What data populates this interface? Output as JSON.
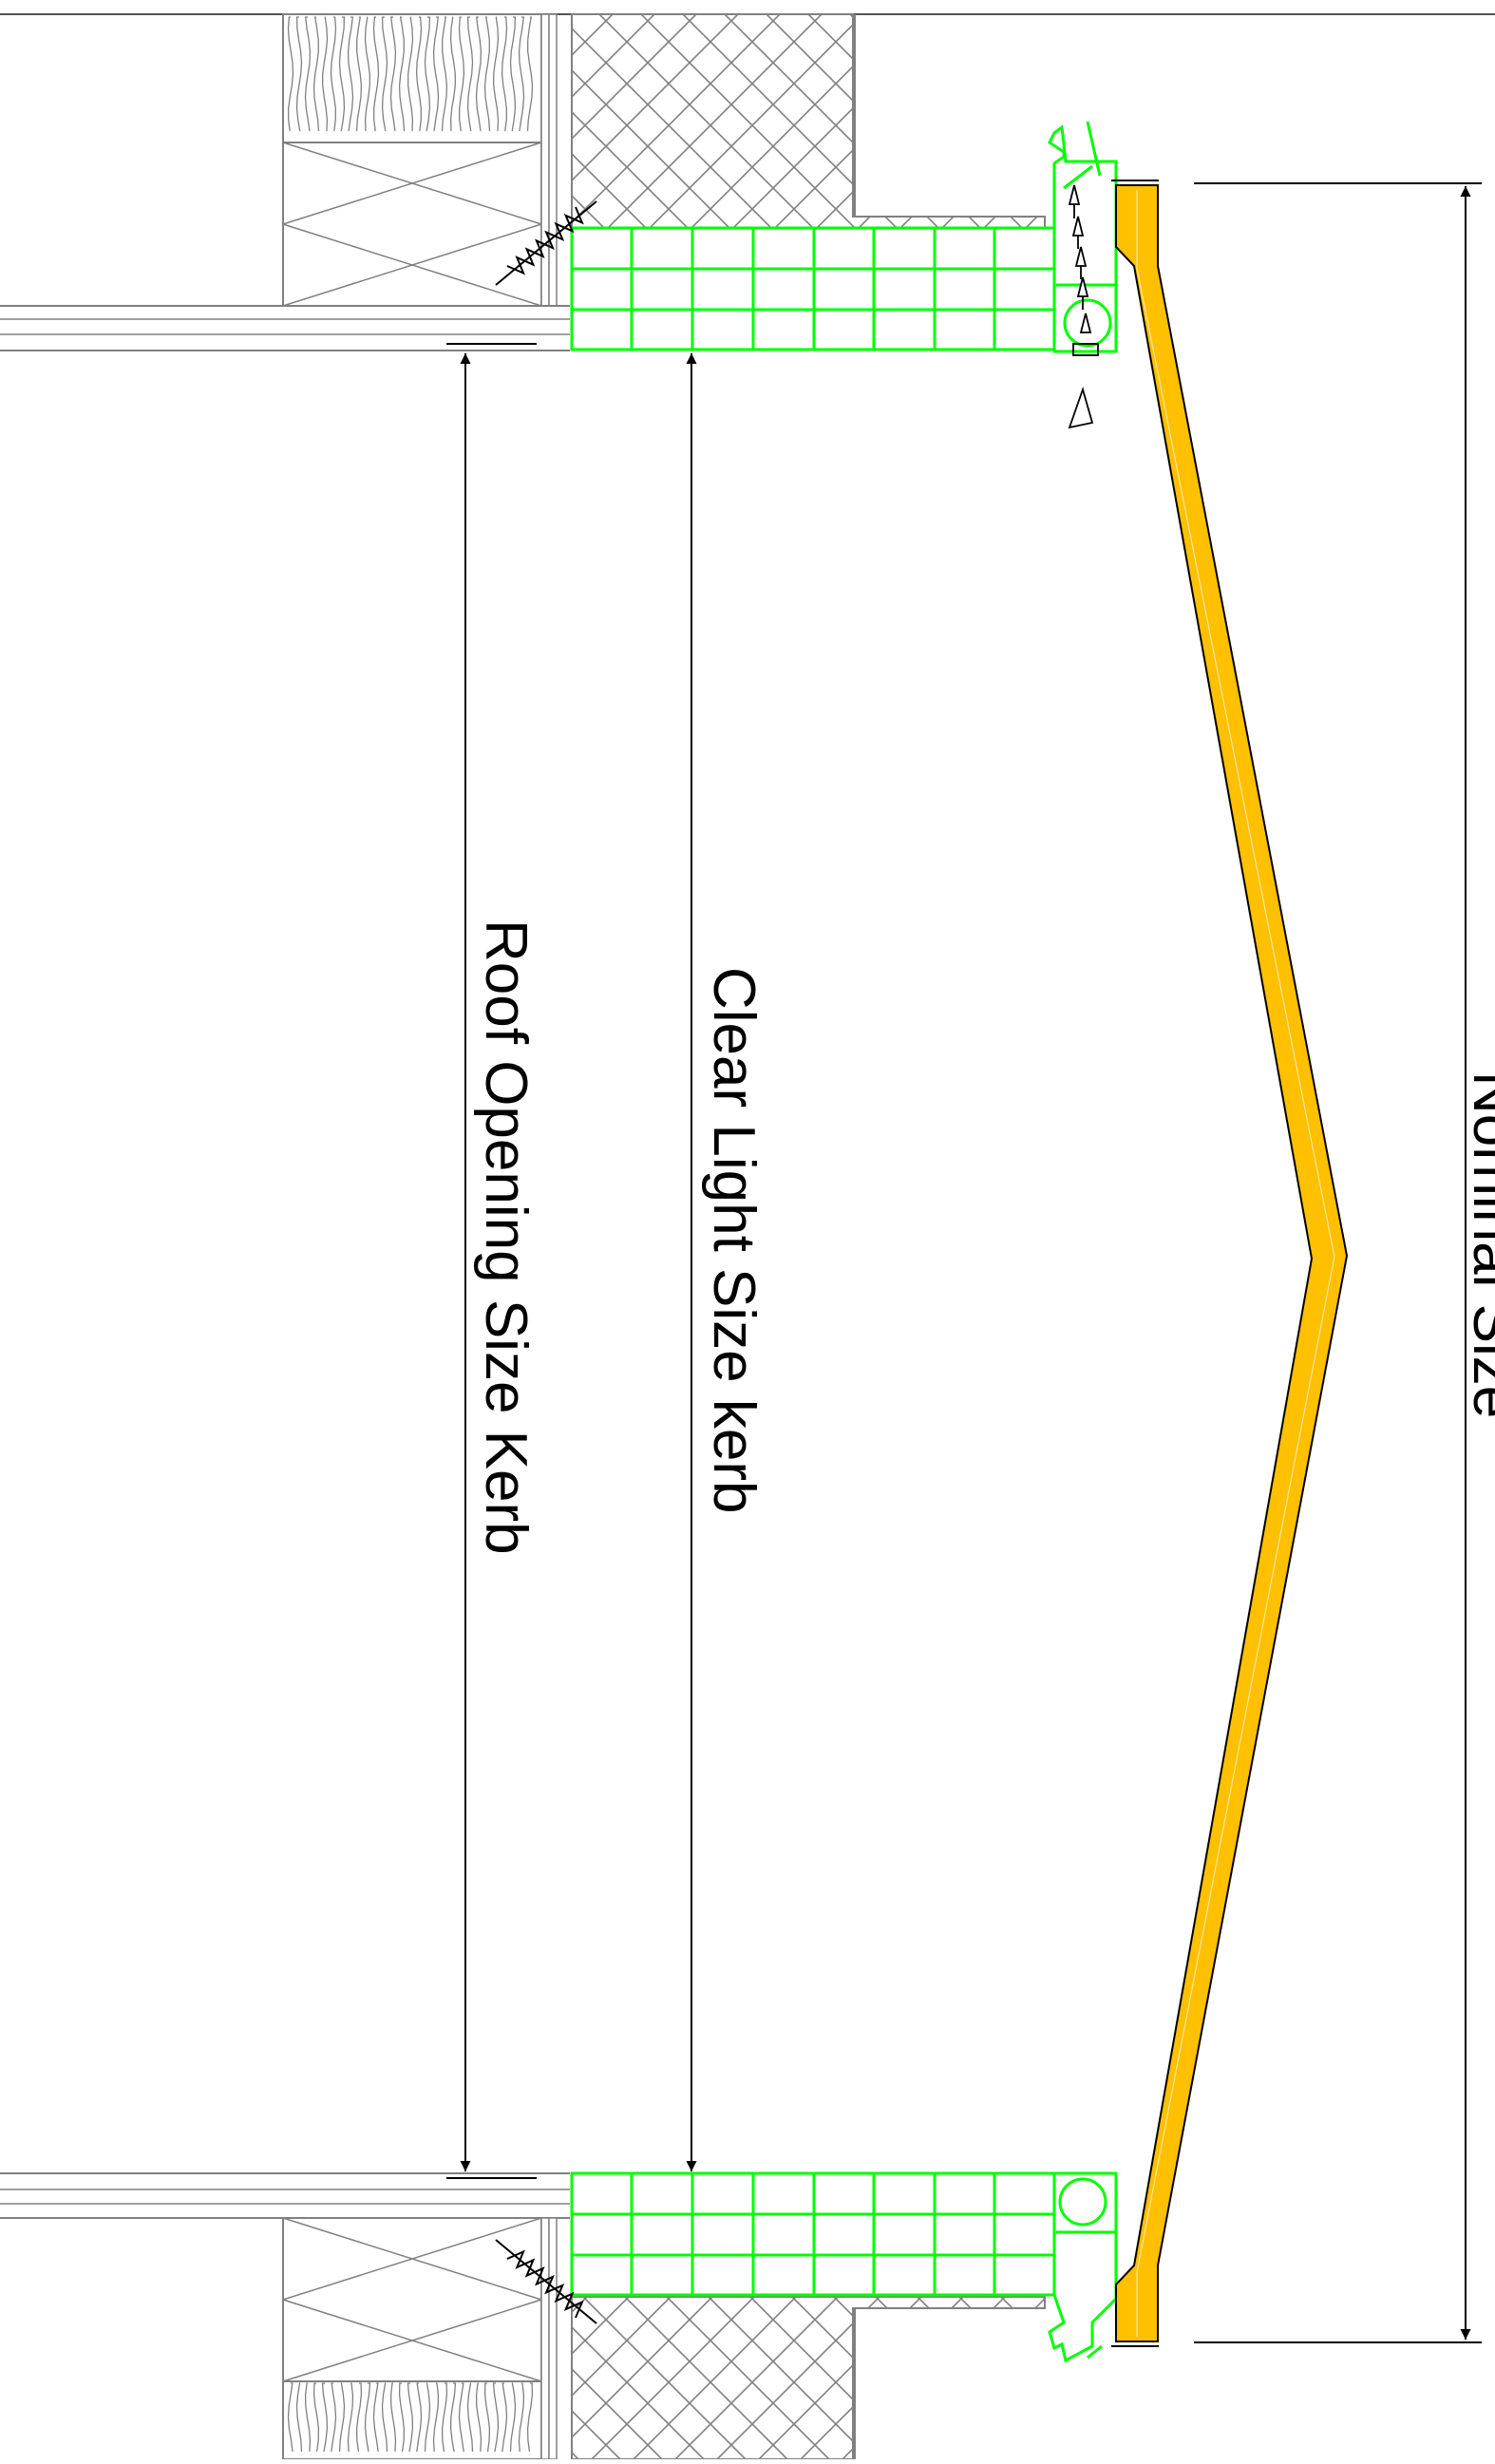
{
  "drawing": {
    "labels": {
      "roof_opening": "Roof Opening Size Kerb",
      "clear_light": "Clear Light Size kerb",
      "nominal": "Nominal Size"
    }
  },
  "colors": {
    "glazing_fill": "#FFC000",
    "kerb_profile": "#00FF00",
    "line_work": "#000000",
    "substrate": "#808080"
  }
}
